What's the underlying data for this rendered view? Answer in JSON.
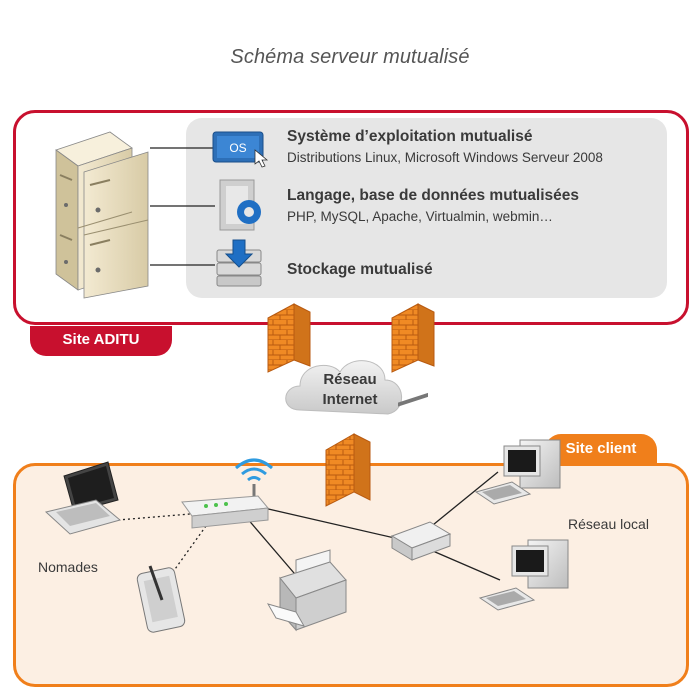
{
  "title": "Schéma serveur mutualisé",
  "aditu": {
    "tab_label": "Site ADITU",
    "services": [
      {
        "icon": "os-icon",
        "icon_text": "OS",
        "title": "Système d’exploitation mutualisé",
        "subtitle": "Distributions Linux, Microsoft Windows Serveur 2008"
      },
      {
        "icon": "database-icon",
        "title": "Langage, base de données mutualisées",
        "subtitle": "PHP, MySQL, Apache, Virtualmin, webmin…"
      },
      {
        "icon": "storage-icon",
        "title": "Stockage mutualisé",
        "subtitle": ""
      }
    ]
  },
  "internet": {
    "label_line1": "Réseau",
    "label_line2": "Internet"
  },
  "client": {
    "tab_label": "Site client",
    "nomads_label": "Nomades",
    "local_label": "Réseau local"
  },
  "colors": {
    "aditu_red": "#c8102e",
    "client_orange": "#f07f1b",
    "client_fill": "#fcefe3",
    "panel_gray": "#e6e6e6",
    "firewall_orange": "#f08a24"
  }
}
